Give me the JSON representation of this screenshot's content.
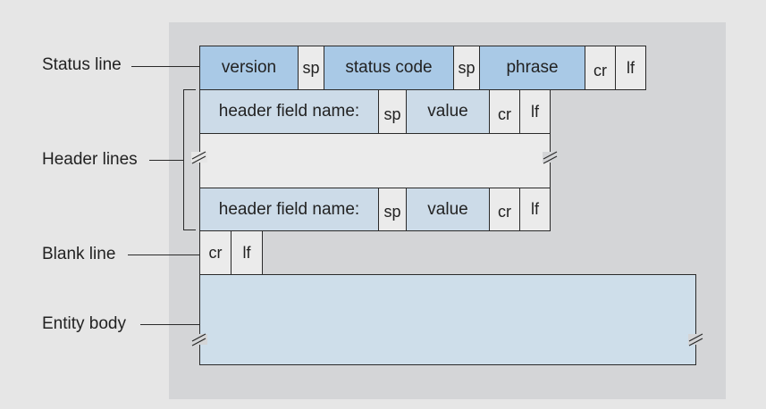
{
  "labels": {
    "status_line": "Status line",
    "header_lines": "Header lines",
    "blank_line": "Blank line",
    "entity_body": "Entity body"
  },
  "status_line": {
    "version": "version",
    "sp1": "sp",
    "status_code": "status code",
    "sp2": "sp",
    "phrase": "phrase",
    "cr": "cr",
    "lf": "lf"
  },
  "header_rows": [
    {
      "name": "header field name:",
      "sp": "sp",
      "value": "value",
      "cr": "cr",
      "lf": "lf"
    },
    {
      "name": "header field name:",
      "sp": "sp",
      "value": "value",
      "cr": "cr",
      "lf": "lf"
    }
  ],
  "blank_line": {
    "cr": "cr",
    "lf": "lf"
  },
  "colors": {
    "background": "#e6e6e6",
    "panel": "#d4d5d7",
    "status_fill": "#a9c9e6",
    "header_fill": "#ccdbe8",
    "sp_cr_lf_fill": "#ebebeb",
    "line": "#2a2a2a"
  }
}
